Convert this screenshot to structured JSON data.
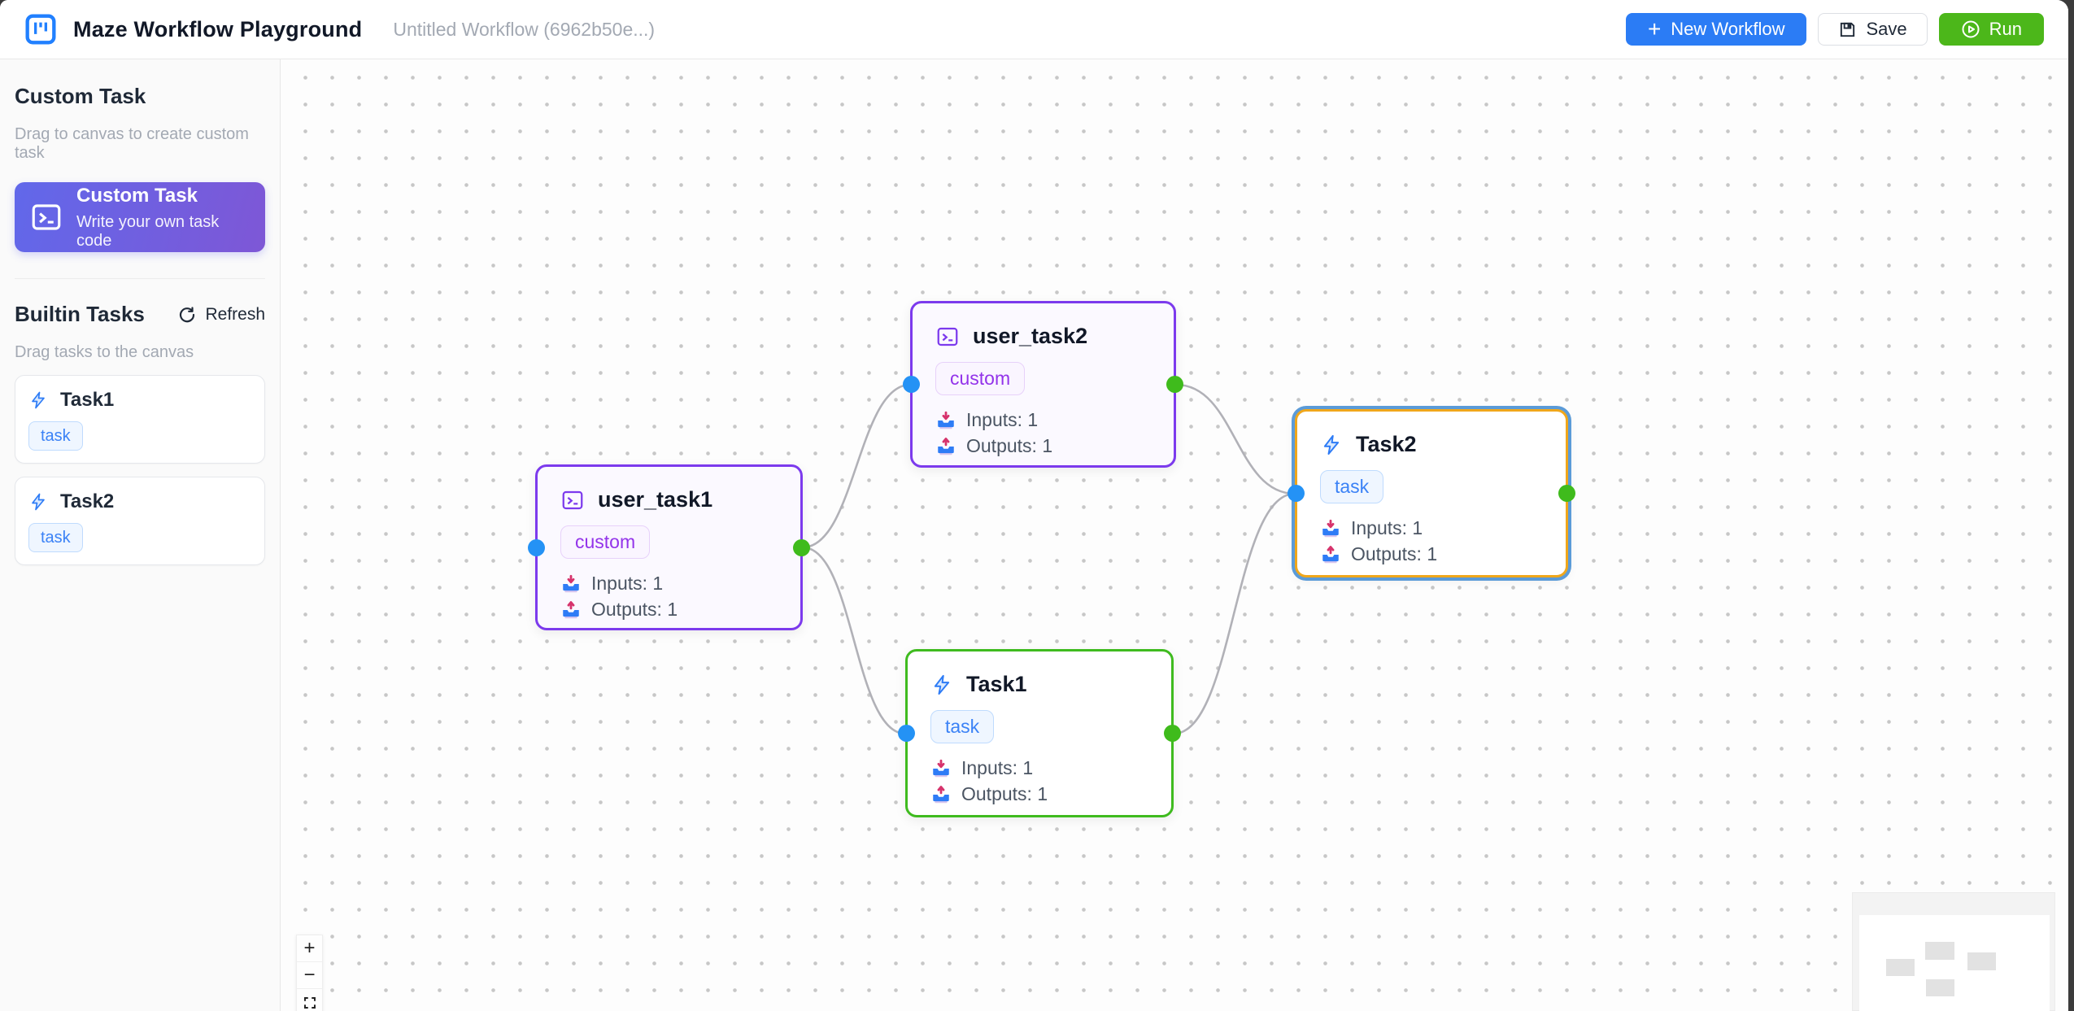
{
  "header": {
    "title": "Maze Workflow Playground",
    "workflow_name": "Untitled Workflow (6962b50e...)",
    "new_workflow_label": "New Workflow",
    "new_workflow_plus": "+",
    "save_label": "Save",
    "run_label": "Run"
  },
  "sidebar": {
    "custom_section": {
      "heading": "Custom Task",
      "hint": "Drag to canvas to create custom task",
      "card_title": "Custom Task",
      "card_subtitle": "Write your own task code"
    },
    "builtin_section": {
      "heading": "Builtin Tasks",
      "refresh_label": "Refresh",
      "hint": "Drag tasks to the canvas",
      "items": [
        {
          "name": "Task1",
          "badge": "task"
        },
        {
          "name": "Task2",
          "badge": "task"
        }
      ]
    }
  },
  "canvas": {
    "nodes": [
      {
        "title": "user_task1",
        "badge": "custom",
        "type": "custom",
        "inputs": "Inputs: 1",
        "outputs": "Outputs: 1",
        "selected": false
      },
      {
        "title": "user_task2",
        "badge": "custom",
        "type": "custom",
        "inputs": "Inputs: 1",
        "outputs": "Outputs: 1",
        "selected": false
      },
      {
        "title": "Task1",
        "badge": "task",
        "type": "task",
        "inputs": "Inputs: 1",
        "outputs": "Outputs: 1",
        "selected": false
      },
      {
        "title": "Task2",
        "badge": "task",
        "type": "task",
        "inputs": "Inputs: 1",
        "outputs": "Outputs: 1",
        "selected": true
      }
    ],
    "edges": [
      {
        "from": "user_task1",
        "to": "user_task2"
      },
      {
        "from": "user_task1",
        "to": "Task1"
      },
      {
        "from": "user_task2",
        "to": "Task2"
      },
      {
        "from": "Task1",
        "to": "Task2"
      }
    ],
    "controls": {
      "zoom_in": "+",
      "zoom_out": "−"
    }
  },
  "colors": {
    "accent_blue": "#2b7cf5",
    "run_green": "#4cb71a",
    "custom_node_purple": "#7c3aed",
    "task_node_green": "#3fbb1f",
    "selected_node_amber": "#f0a71b",
    "selection_ring_blue": "#5b9bd8",
    "port_blue": "#2492f5",
    "port_green": "#3fbb1c",
    "edge_gray": "#b1b1b7",
    "badge_blue_text": "#3b82f6",
    "badge_purple_text": "#9333ea"
  }
}
